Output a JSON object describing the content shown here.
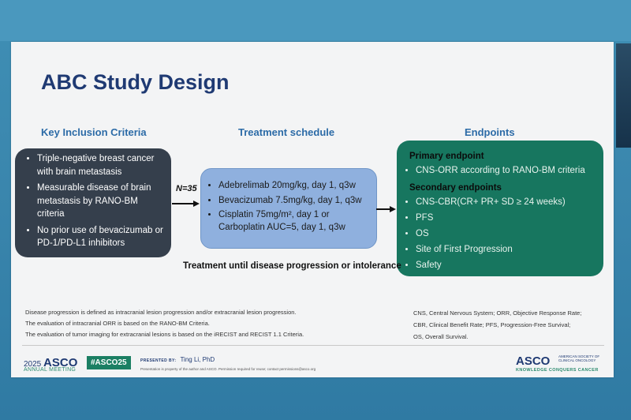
{
  "title": "ABC Study Design",
  "headers": {
    "inclusion": "Key Inclusion Criteria",
    "treatment": "Treatment schedule",
    "endpoints": "Endpoints"
  },
  "inclusion_items": [
    "Triple-negative breast cancer with brain metastasis",
    "Measurable disease of brain metastasis by RANO-BM criteria",
    "No prior use of bevacizumab or PD-1/PD-L1 inhibitors"
  ],
  "n_label": "N=35",
  "treatment_items": [
    "Adebrelimab 20mg/kg, day 1, q3w",
    "Bevacizumab 7.5mg/kg, day 1, q3w",
    "Cisplatin 75mg/m², day 1 or Carboplatin AUC=5, day 1, q3w"
  ],
  "treatment_until": "Treatment until disease progression or intolerance",
  "primary_endpoint_label": "Primary endpoint",
  "primary_endpoints": [
    "CNS-ORR according to RANO-BM criteria"
  ],
  "secondary_endpoint_label": "Secondary endpoints",
  "secondary_endpoints": [
    "CNS-CBR(CR+ PR+ SD ≥ 24 weeks)",
    "PFS",
    "OS",
    "Site of First Progression",
    "Safety"
  ],
  "footnotes": [
    "Disease progression is defined as intracranial lesion progression  and/or extracranial lesion progression.",
    "The evaluation of intracranial ORR is based on the RANO-BM Criteria.",
    "The evaluation of tumor imaging for extracranial lesions is based on the iRECIST and RECIST 1.1 Criteria."
  ],
  "abbreviations": [
    "CNS, Central Nervous System;  ORR, Objective Response Rate;",
    "CBR, Clinical Benefit Rate; PFS, Progression-Free Survival;",
    "OS, Overall Survival."
  ],
  "footer": {
    "year": "2025",
    "org": "ASCO",
    "meeting": "ANNUAL MEETING",
    "hashtag": "#ASCO25",
    "presented_by_label": "PRESENTED BY:",
    "presenter": "Ting Li, PhD",
    "property_note": "Presentation is property of the author and ASCO. Permission required for reuse; contact permissions@asco.org",
    "logo_text": "ASCO",
    "logo_small": "AMERICAN SOCIETY OF CLINICAL ONCOLOGY",
    "tagline": "KNOWLEDGE CONQUERS CANCER"
  },
  "colors": {
    "title": "#1f3a73",
    "header": "#2c6ba7",
    "inclusion_box": "#353f4c",
    "treatment_box": "#8fb0de",
    "endpoint_box": "#17765f"
  }
}
